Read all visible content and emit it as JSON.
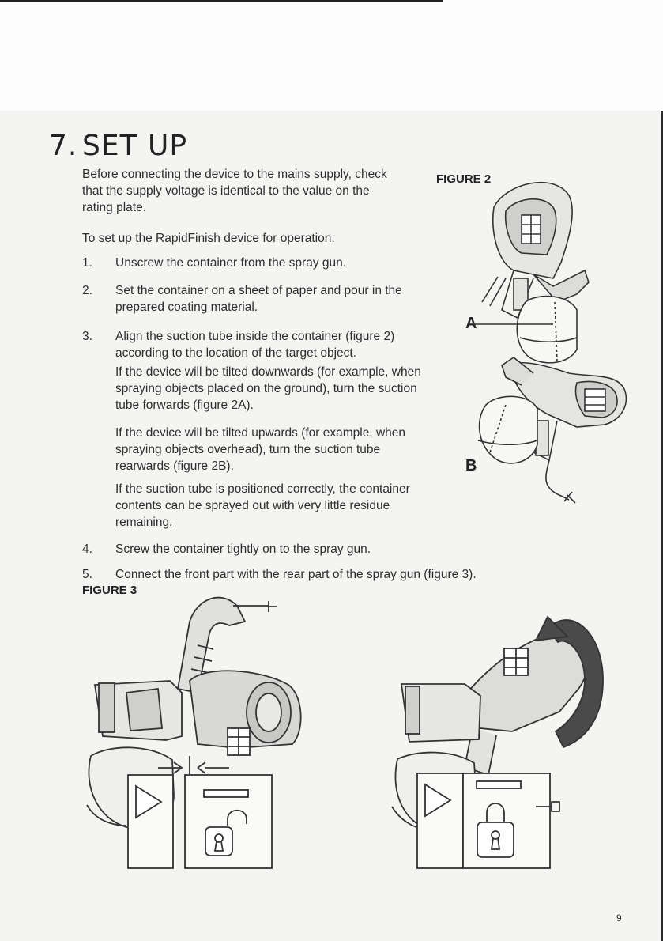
{
  "section": {
    "number": "7.",
    "title": "SET UP"
  },
  "intro": "Before connecting the device to the mains supply, check that the supply voltage is identical to the value on the rating plate.",
  "setup_intro": "To set up the RapidFinish device for operation:",
  "steps": [
    {
      "n": "1.",
      "text": "Unscrew the container from the spray gun."
    },
    {
      "n": "2.",
      "text": "Set the container on a sheet of paper and pour in the prepared coating material."
    },
    {
      "n": "3.",
      "text": "Align the suction tube inside the container (figure 2) according to the location of the target object.",
      "notes": [
        "If the device will be tilted downwards (for example, when spraying objects placed on the ground), turn the suction tube forwards (figure 2A).",
        "If the device will be tilted upwards (for example, when spraying objects overhead), turn the suction tube rearwards (figure 2B).",
        "If the suction tube is positioned correctly, the container contents can be sprayed out with very little residue remaining."
      ]
    },
    {
      "n": "4.",
      "text": "Screw the container tightly on to the spray gun."
    },
    {
      "n": "5.",
      "text": "Connect the front part with the rear part of the spray gun (figure 3)."
    }
  ],
  "figures": {
    "fig2": {
      "label": "FIGURE 2",
      "callout_a": "A",
      "callout_b": "B"
    },
    "fig3": {
      "label": "FIGURE 3"
    }
  },
  "page_number": "9"
}
